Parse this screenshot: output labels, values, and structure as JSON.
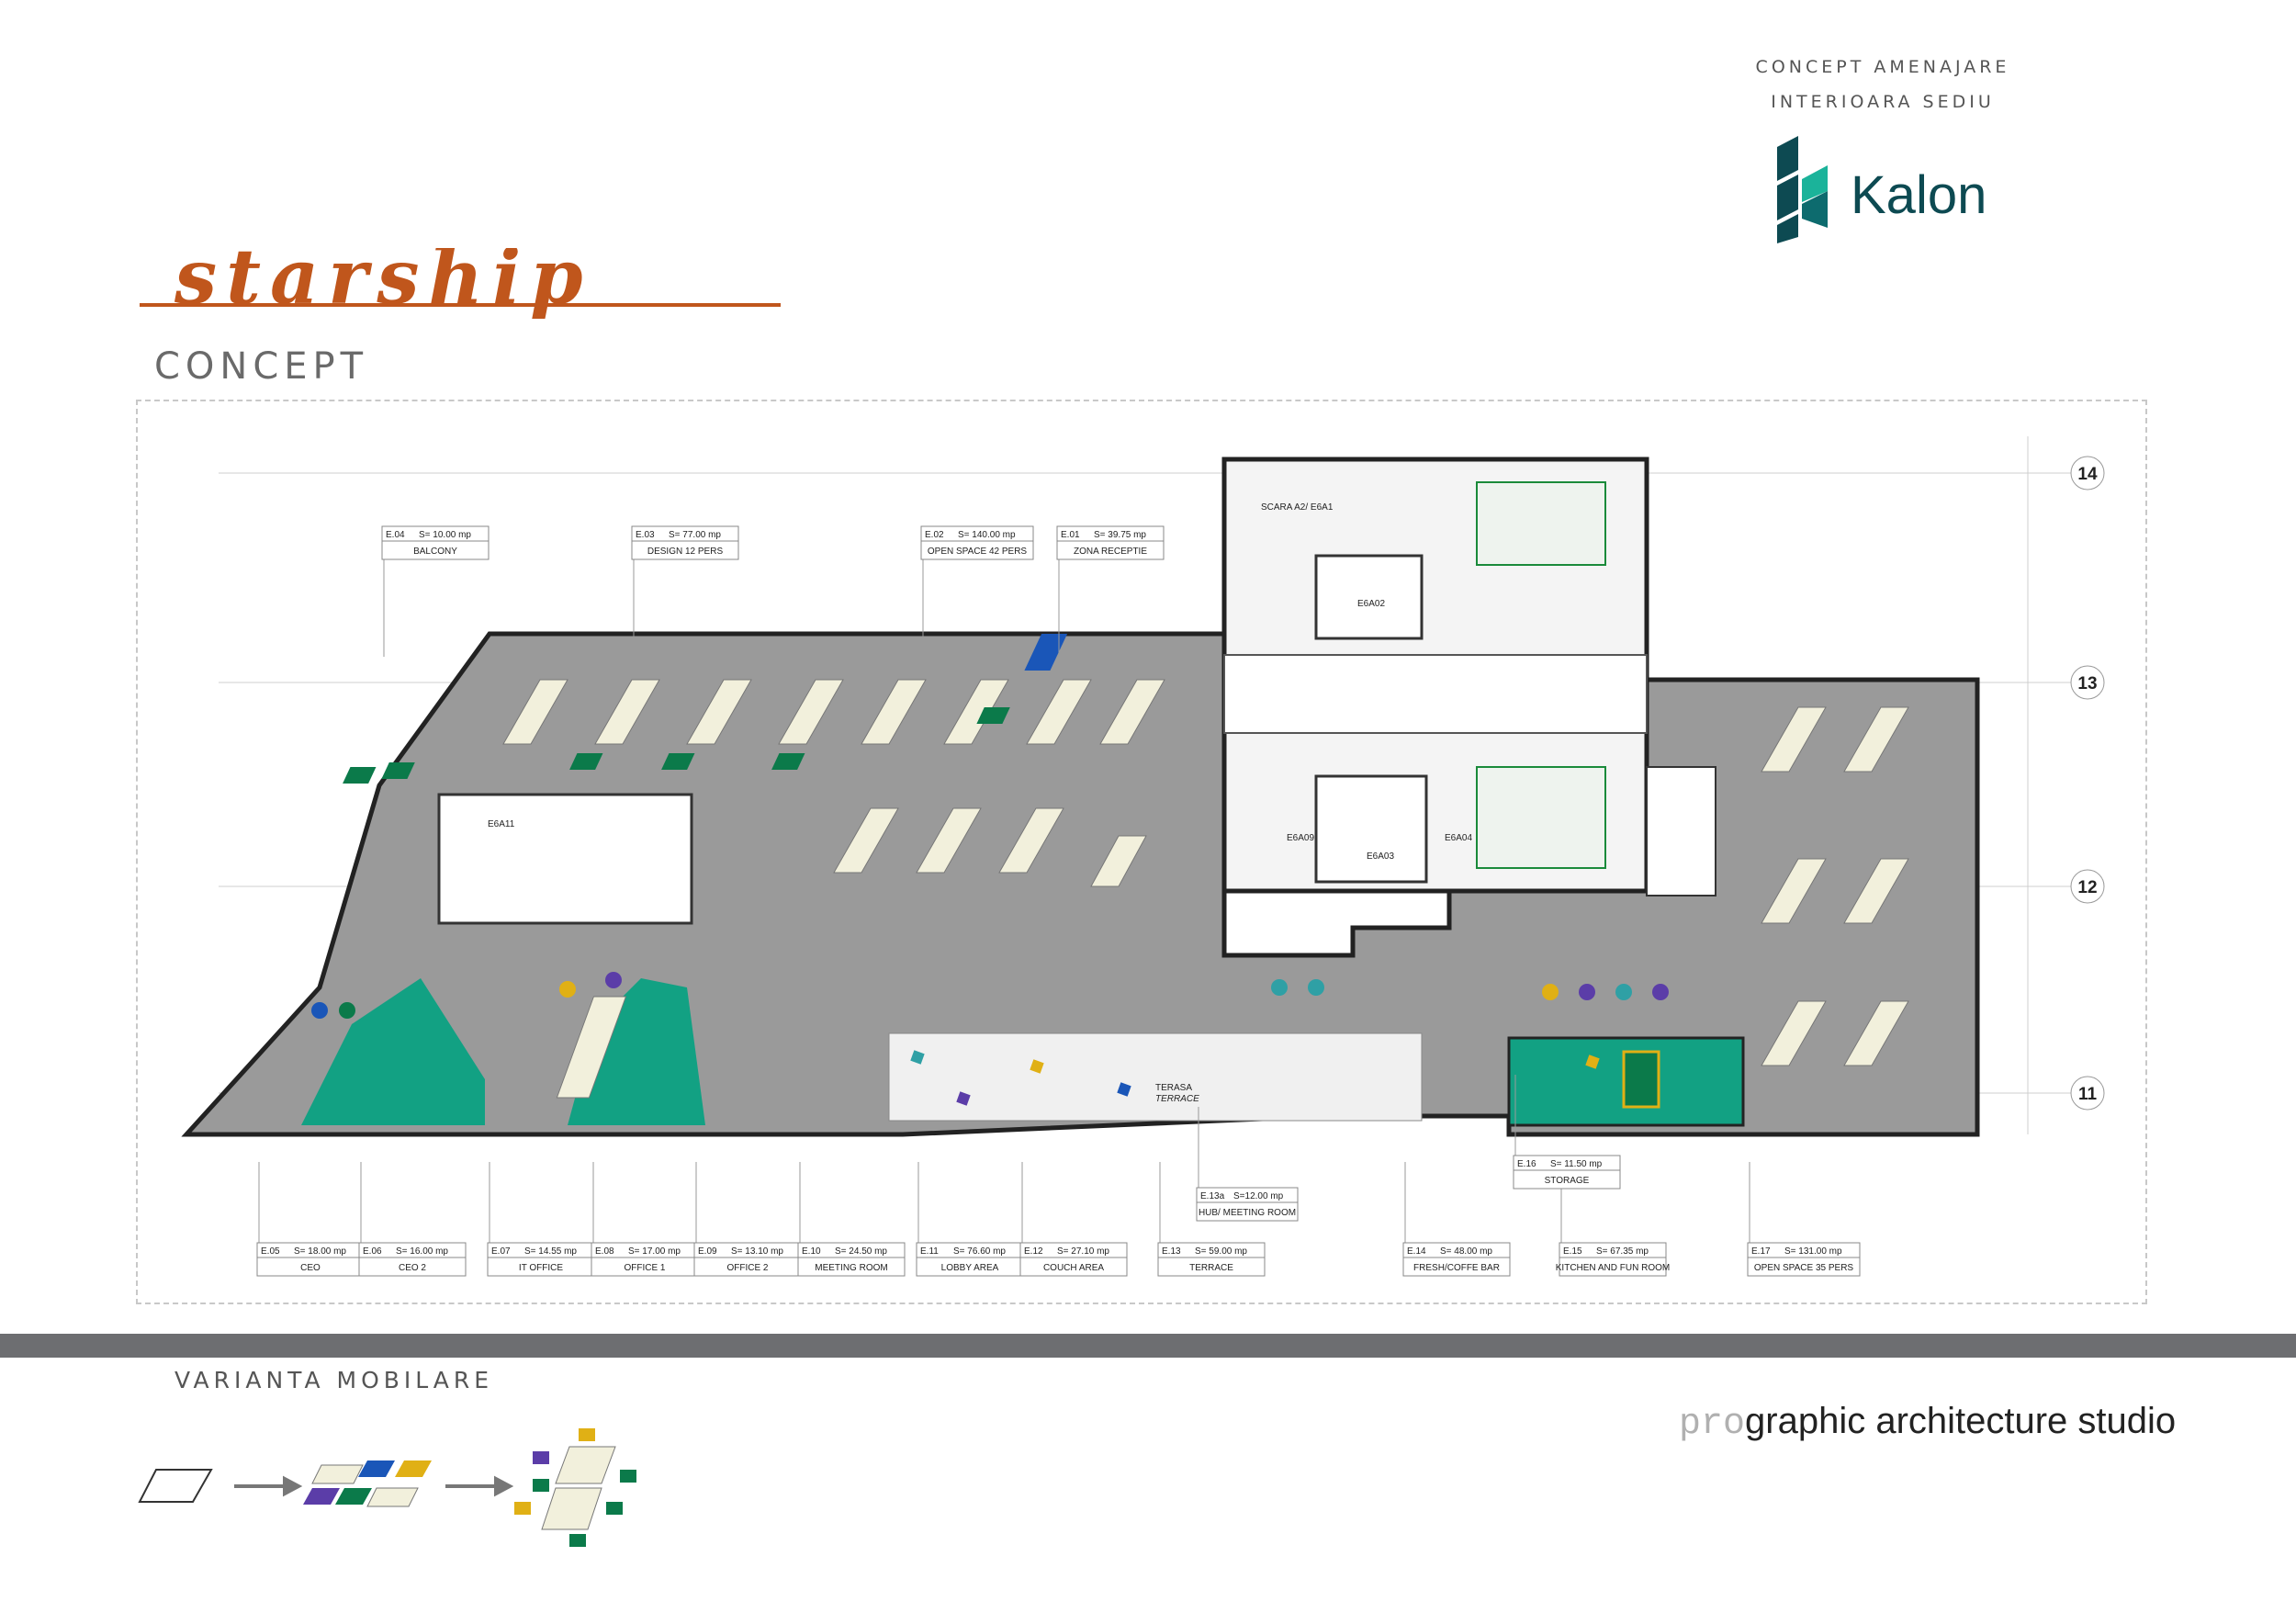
{
  "header": {
    "line1": "CONCEPT AMENAJARE",
    "line2": "INTERIOARA SEDIU"
  },
  "brand": {
    "name": "Kalon",
    "icon": "kalon-logo-icon",
    "color": "#0d4a52",
    "accent": "#1bb39a"
  },
  "concept": {
    "script_title": "starship",
    "title": "CONCEPT",
    "script_color": "#c0561c"
  },
  "grid_axes": [
    "14",
    "13",
    "12",
    "11"
  ],
  "rooms": [
    {
      "code": "E.04",
      "area": "S= 10.00 mp",
      "name": "BALCONY"
    },
    {
      "code": "E.03",
      "area": "S= 77.00 mp",
      "name": "DESIGN 12 PERS"
    },
    {
      "code": "E.02",
      "area": "S= 140.00 mp",
      "name": "OPEN SPACE 42 PERS"
    },
    {
      "code": "E.01",
      "area": "S= 39.75 mp",
      "name": "ZONA RECEPTIE"
    },
    {
      "code": "E.05",
      "area": "S= 18.00 mp",
      "name": "CEO"
    },
    {
      "code": "E.06",
      "area": "S= 16.00 mp",
      "name": "CEO 2"
    },
    {
      "code": "E.07",
      "area": "S= 14.55 mp",
      "name": "IT OFFICE"
    },
    {
      "code": "E.08",
      "area": "S= 17.00 mp",
      "name": "OFFICE 1"
    },
    {
      "code": "E.09",
      "area": "S= 13.10 mp",
      "name": "OFFICE 2"
    },
    {
      "code": "E.10",
      "area": "S= 24.50 mp",
      "name": "MEETING ROOM"
    },
    {
      "code": "E.11",
      "area": "S= 76.60 mp",
      "name": "LOBBY AREA"
    },
    {
      "code": "E.12",
      "area": "S= 27.10 mp",
      "name": "COUCH AREA"
    },
    {
      "code": "E.13",
      "area": "S= 59.00 mp",
      "name": "TERRACE"
    },
    {
      "code": "E.13a",
      "area": "S=12.00 mp",
      "name": "HUB/ MEETING ROOM"
    },
    {
      "code": "E.14",
      "area": "S= 48.00 mp",
      "name": "FRESH/COFFE BAR"
    },
    {
      "code": "E.15",
      "area": "S= 67.35 mp",
      "name": "KITCHEN AND FUN ROOM"
    },
    {
      "code": "E.16",
      "area": "S= 11.50 mp",
      "name": "STORAGE"
    },
    {
      "code": "E.17",
      "area": "S= 131.00 mp",
      "name": "OPEN SPACE 35 PERS"
    }
  ],
  "core_labels": [
    "E6A11",
    "E6A02",
    "E6A09",
    "E6A03",
    "E6A04",
    "SCARA A2/ E6A1"
  ],
  "terrace_label": [
    "TERASA",
    "TERRACE"
  ],
  "variant_title": "VARIANTA MOBILARE",
  "studio": {
    "prefix": "pro",
    "rest": "graphic architecture studio"
  },
  "colors": {
    "floor_grey": "#9a9a9a",
    "green_room": "#12a183",
    "desk_cream": "#f2f0dc",
    "chair_green": "#0b7a4a",
    "chair_blue": "#1a56b8",
    "chair_purple": "#5b3da8",
    "chair_yellow": "#e0b015",
    "chair_teal": "#2fa0a5"
  }
}
